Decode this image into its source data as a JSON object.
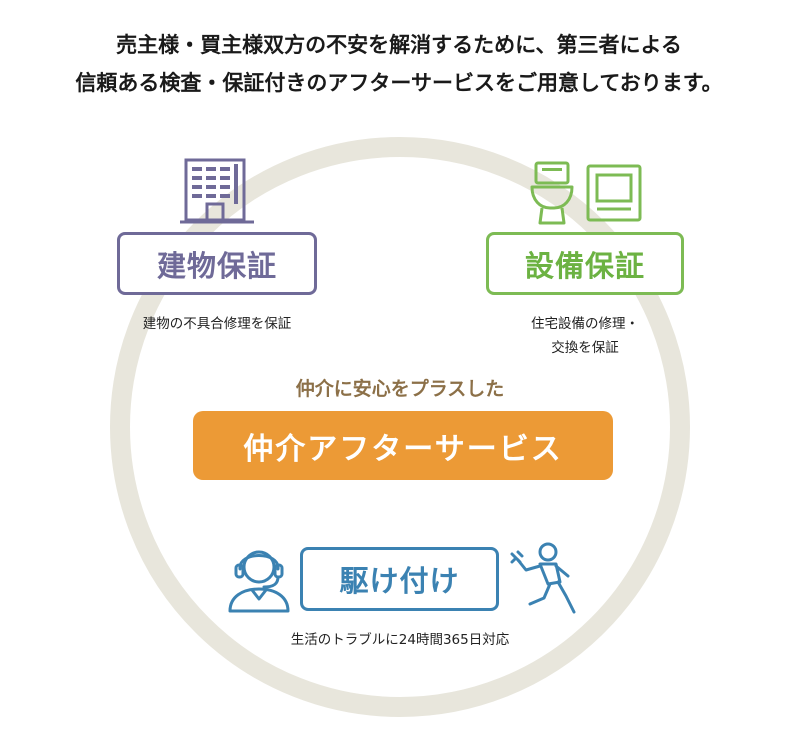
{
  "intro": {
    "line1": "売主様・買主様双方の不安を解消するために、第三者による",
    "line2": "信頼ある検査・保証付きのアフターサービスをご用意しております。"
  },
  "building_guarantee": {
    "label": "建物保証",
    "description": "建物の不具合修理を保証",
    "icon": "building-icon",
    "color": "#6f6a98"
  },
  "equipment_guarantee": {
    "label": "設備保証",
    "description_line1": "住宅設備の修理・",
    "description_line2": "交換を保証",
    "icons": [
      "toilet-icon",
      "appliance-icon"
    ],
    "color": "#7dbb54"
  },
  "center": {
    "tagline": "仲介に安心をプラスした",
    "service_name": "仲介アフターサービス",
    "tagline_color": "#8c7048",
    "badge_color": "#ec9a36"
  },
  "rush_service": {
    "label": "駆け付け",
    "description": "生活のトラブルに24時間365日対応",
    "icons": [
      "operator-headset-icon",
      "repair-worker-icon"
    ],
    "color": "#3b82b2"
  },
  "ring_color": "#e8e6dc"
}
